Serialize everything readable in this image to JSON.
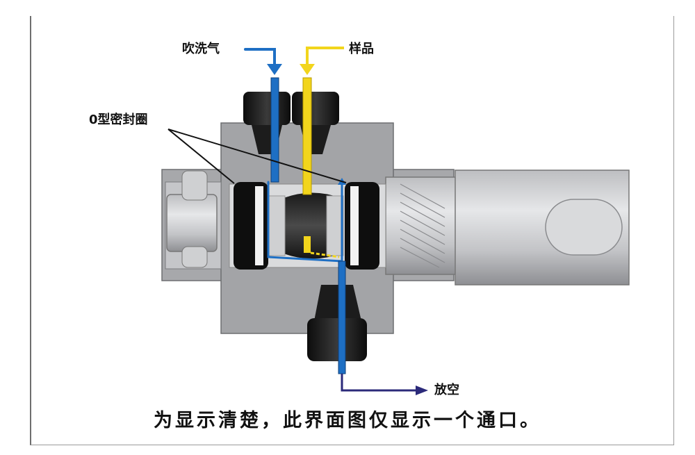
{
  "labels": {
    "purge_gas": "吹洗气",
    "sample": "样品",
    "o_ring": "0型密封圈",
    "vent": "放空"
  },
  "caption": "为显示清楚，此界面图仅显示一个通口。",
  "colors": {
    "body_gray": "#9fa0a3",
    "light_gray": "#c9cacc",
    "dark": "#141414",
    "purge_blue": "#1e6fc4",
    "sample_yellow": "#f2d51c",
    "vent_arrow": "#2b2a7a"
  }
}
